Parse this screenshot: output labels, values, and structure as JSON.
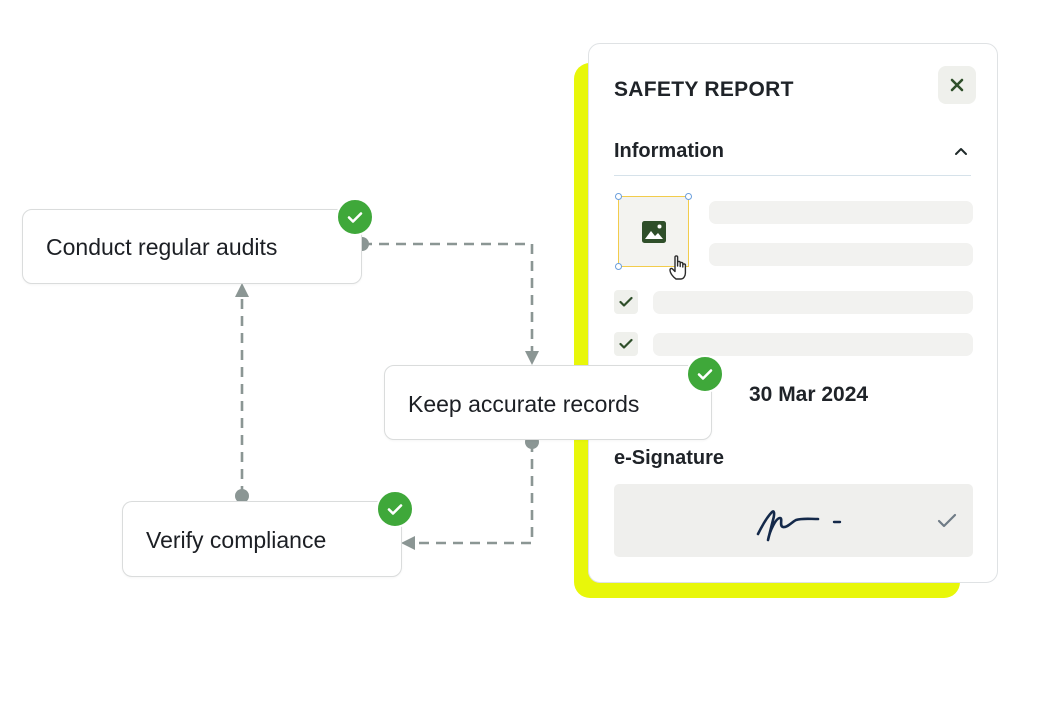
{
  "colors": {
    "accent_yellow": "#e8f70a",
    "connector_gray": "#8b9694",
    "check_green": "#3fa83a",
    "icon_dark_green": "#2f4f2a",
    "signature_ink": "#14294a"
  },
  "flow": {
    "nodes": [
      {
        "id": "audits",
        "label": "Conduct regular audits",
        "status": "done",
        "status_icon": "checkmark-icon"
      },
      {
        "id": "records",
        "label": "Keep accurate records",
        "status": "done",
        "status_icon": "checkmark-icon"
      },
      {
        "id": "compliance",
        "label": "Verify compliance",
        "status": "done",
        "status_icon": "checkmark-icon"
      }
    ],
    "edges": [
      {
        "from": "audits",
        "to": "records",
        "style": "dashed"
      },
      {
        "from": "records",
        "to": "compliance",
        "style": "dashed"
      },
      {
        "from": "compliance",
        "to": "audits",
        "style": "dashed"
      }
    ]
  },
  "report": {
    "title": "SAFETY REPORT",
    "close_icon": "close-icon",
    "section": {
      "label": "Information",
      "icon": "chevron-up-icon",
      "expanded": true
    },
    "image_icon": "image-icon",
    "cursor_icon": "hand-pointer-icon",
    "checklist_icon": "checkmark-icon",
    "date": "30 Mar 2024",
    "signature": {
      "label": "e-Signature",
      "icon": "signature-scribble",
      "verified_icon": "checkmark-icon"
    }
  }
}
